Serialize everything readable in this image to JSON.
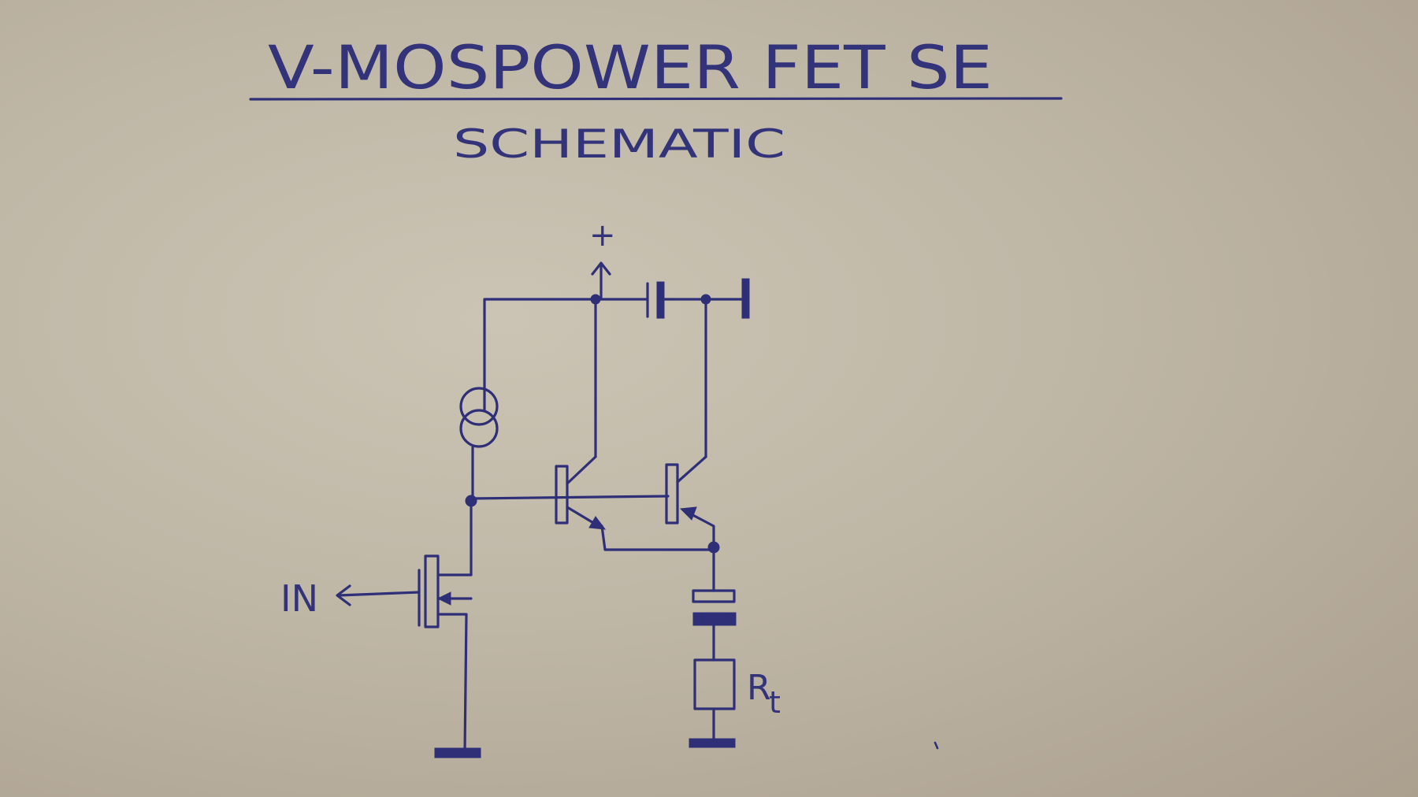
{
  "title": "V-MOSPOWER FET SE",
  "subtitle": "SCHEMATIC",
  "labels": {
    "supply": "+",
    "input": "IN",
    "load_R": "R",
    "load_sub": "t"
  },
  "colors": {
    "ink": "#2f2f78",
    "paper": "#c4bcac"
  }
}
